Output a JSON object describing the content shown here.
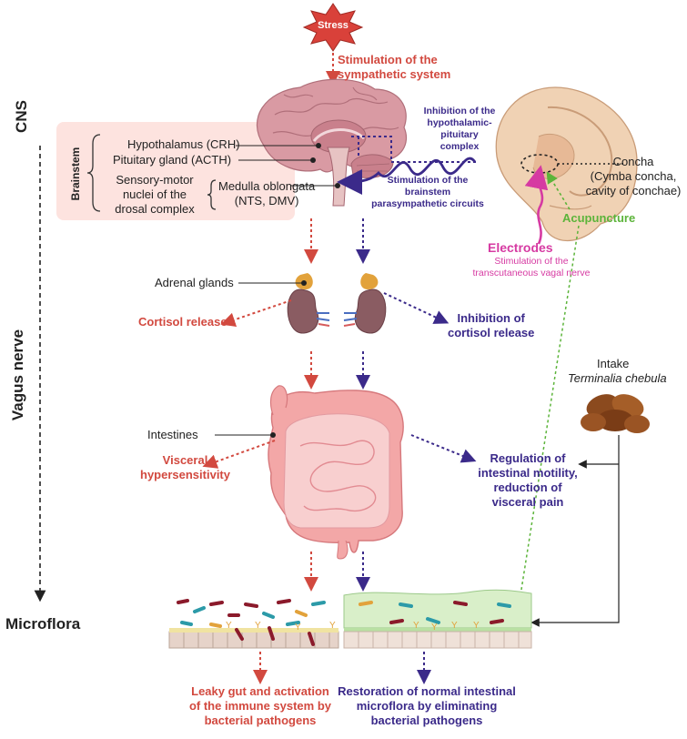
{
  "side_labels": {
    "cns": "CNS",
    "vagus": "Vagus nerve",
    "microflora": "Microflora"
  },
  "stress": {
    "label": "Stress",
    "effect": [
      "Stimulation of the",
      "sympathetic system"
    ]
  },
  "brain": {
    "hypothalamus": "Hypothalamus (CRH)",
    "pituitary": "Pituitary gland (ACTH)",
    "medulla": [
      "Medulla oblongata",
      "(NTS, DMV)"
    ],
    "sensory": [
      "Sensory-motor",
      "nuclei of the",
      "drosal complex"
    ],
    "brainstem": "Brainstem",
    "inhibition": [
      "Inhibition of the",
      "hypothalamic-",
      "pituitary",
      "complex"
    ],
    "stimulation": [
      "Stimulation of the",
      "brainstem",
      "parasympathetic circuits"
    ]
  },
  "ear": {
    "concha": [
      "Concha",
      "(Cymba concha,",
      "cavity of conchae)"
    ],
    "acupuncture": "Acupuncture",
    "electrodes": "Electrodes",
    "electrodes_note": [
      "Stimulation of the",
      "transcutaneous vagal nerve"
    ]
  },
  "adrenal": {
    "label": "Adrenal glands",
    "cortisol_release": "Cortisol release",
    "inhibition": [
      "Inhibition of",
      "cortisol release"
    ]
  },
  "intestines": {
    "label": "Intestines",
    "visceral": [
      "Visceral",
      "hypersensitivity"
    ],
    "regulation": [
      "Regulation of",
      "intestinal motility,",
      "reduction of",
      "visceral pain"
    ]
  },
  "intake": {
    "label": "Intake",
    "name": "Terminalia chebula"
  },
  "outcomes": {
    "leaky": [
      "Leaky gut and activation",
      "of the immune system by",
      "bacterial pathogens"
    ],
    "restoration": [
      "Restoration of normal intestinal",
      "microflora by eliminating",
      "bacterial pathogens"
    ]
  },
  "colors": {
    "red": "#d2493f",
    "blue": "#3b2a8a",
    "green": "#5cb43a",
    "magenta": "#d63aa2"
  }
}
